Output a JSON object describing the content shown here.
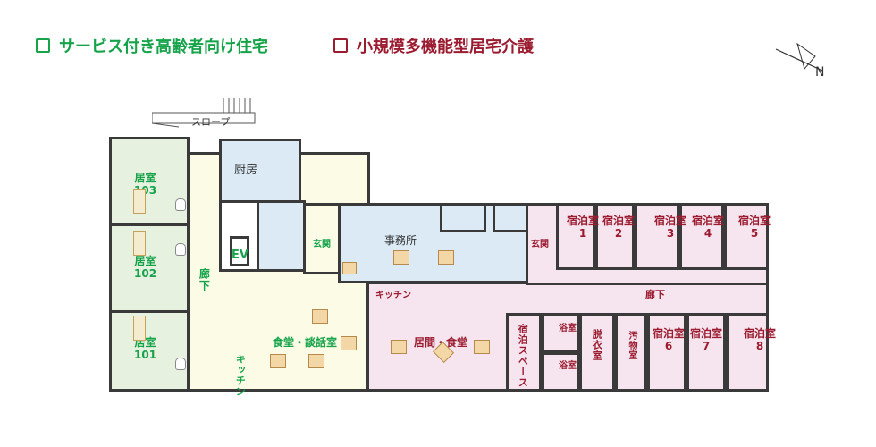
{
  "legend": {
    "service_housing": "サービス付き高齢者向け住宅",
    "small_multi": "小規模多機能型居宅介護"
  },
  "compass": {
    "label": "N"
  },
  "rooms": {
    "kyoshitsu_103": "居室\n103",
    "kyoshitsu_102": "居室\n102",
    "kyoshitsu_101": "居室\n101",
    "slope": "スロープ",
    "kitchen_top": "厨房",
    "ev": "EV",
    "genkan_left": "玄関",
    "office": "事務所",
    "genkan_right": "玄関",
    "hallway_left": "廊下",
    "shokudo": "食堂・談話室",
    "kitchen_left_vertical": "キッチン",
    "kitchen_mid": "キッチン",
    "living": "居間・食堂",
    "shukuhaku_space": "宿泊スペース",
    "yokushitsu_1": "浴室",
    "yokushitsu_2": "浴室",
    "datsui": "脱衣室",
    "obutsu": "汚物室",
    "hallway_right": "廊下",
    "shuku_1": "宿泊室\n1",
    "shuku_2": "宿泊室\n2",
    "shuku_3": "宿泊室\n3",
    "shuku_4": "宿泊室\n4",
    "shuku_5": "宿泊室\n5",
    "shuku_6": "宿泊室\n6",
    "shuku_7": "宿泊室\n7",
    "shuku_8": "宿泊室\n8"
  },
  "colors": {
    "green": "#16a34a",
    "red": "#9b1b30",
    "wall": "#3a3a3a"
  }
}
